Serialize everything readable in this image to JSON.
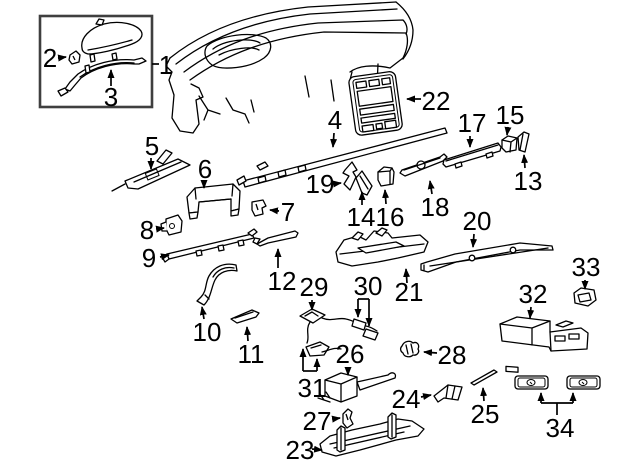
{
  "diagram": {
    "type": "exploded-parts-diagram",
    "subject": "instrument-panel-components",
    "callouts": [
      {
        "num": "1"
      },
      {
        "num": "2"
      },
      {
        "num": "3"
      },
      {
        "num": "4"
      },
      {
        "num": "5"
      },
      {
        "num": "6"
      },
      {
        "num": "7"
      },
      {
        "num": "8"
      },
      {
        "num": "9"
      },
      {
        "num": "10"
      },
      {
        "num": "11"
      },
      {
        "num": "12"
      },
      {
        "num": "13"
      },
      {
        "num": "14"
      },
      {
        "num": "15"
      },
      {
        "num": "16"
      },
      {
        "num": "17"
      },
      {
        "num": "18"
      },
      {
        "num": "19"
      },
      {
        "num": "20"
      },
      {
        "num": "21"
      },
      {
        "num": "22"
      },
      {
        "num": "23"
      },
      {
        "num": "24"
      },
      {
        "num": "25"
      },
      {
        "num": "26"
      },
      {
        "num": "27"
      },
      {
        "num": "28"
      },
      {
        "num": "29"
      },
      {
        "num": "30"
      },
      {
        "num": "31"
      },
      {
        "num": "32"
      },
      {
        "num": "33"
      },
      {
        "num": "34"
      }
    ]
  },
  "colors": {
    "background": "#ffffff",
    "line": "#000000",
    "inset_border": "#3f3f3f"
  }
}
